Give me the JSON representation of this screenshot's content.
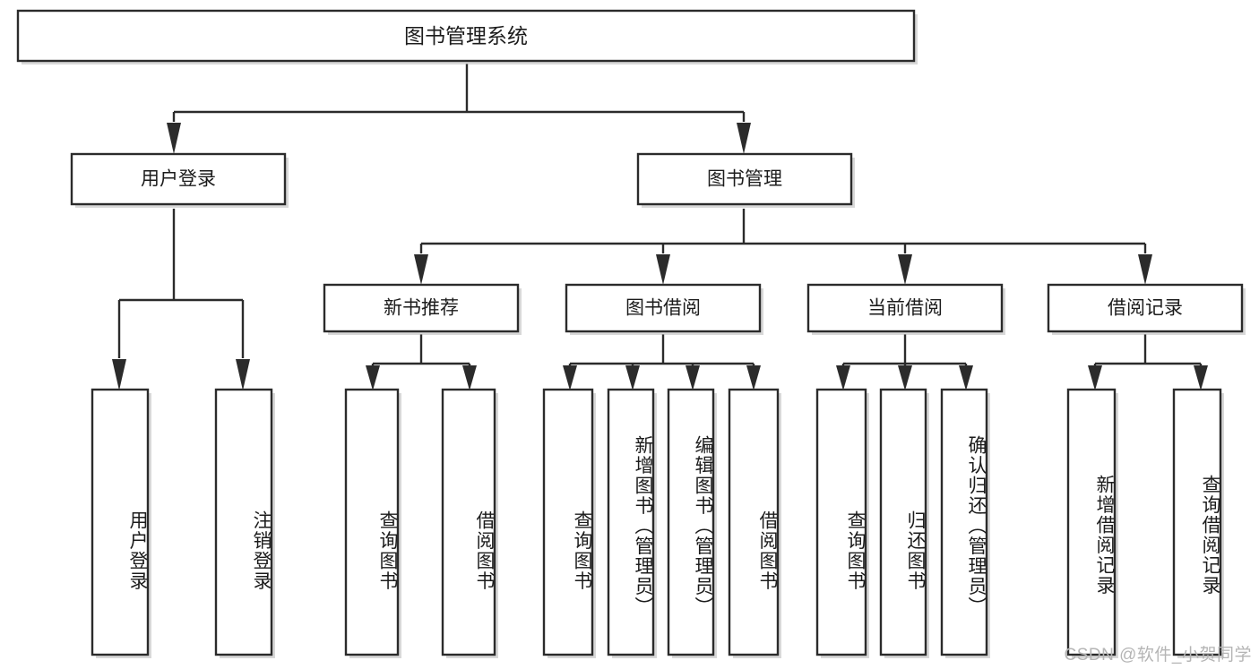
{
  "diagram": {
    "type": "tree",
    "title": "图书管理系统",
    "orientation": "top-down",
    "root": {
      "id": "root",
      "label": "图书管理系统"
    },
    "level1": [
      {
        "id": "user-login",
        "label": "用户登录"
      },
      {
        "id": "book-manage",
        "label": "图书管理"
      }
    ],
    "level2": [
      {
        "id": "new-book-recommend",
        "label": "新书推荐",
        "parent": "book-manage"
      },
      {
        "id": "book-borrow",
        "label": "图书借阅",
        "parent": "book-manage"
      },
      {
        "id": "current-borrow",
        "label": "当前借阅",
        "parent": "book-manage"
      },
      {
        "id": "borrow-record",
        "label": "借阅记录",
        "parent": "book-manage"
      }
    ],
    "leaves": [
      {
        "id": "leaf-user-login",
        "label": "用户登录",
        "parent": "user-login"
      },
      {
        "id": "leaf-user-logout",
        "label": "注销登录",
        "parent": "user-login"
      },
      {
        "id": "leaf-query-book-1",
        "label": "查询图书",
        "parent": "new-book-recommend"
      },
      {
        "id": "leaf-borrow-book-1",
        "label": "借阅图书",
        "parent": "new-book-recommend"
      },
      {
        "id": "leaf-query-book-2",
        "label": "查询图书",
        "parent": "book-borrow"
      },
      {
        "id": "leaf-add-book",
        "label": "新增图书（管理员）",
        "parent": "book-borrow"
      },
      {
        "id": "leaf-edit-book",
        "label": "编辑图书（管理员）",
        "parent": "book-borrow"
      },
      {
        "id": "leaf-borrow-book-2",
        "label": "借阅图书",
        "parent": "book-borrow"
      },
      {
        "id": "leaf-query-book-3",
        "label": "查询图书",
        "parent": "current-borrow"
      },
      {
        "id": "leaf-return-book",
        "label": "归还图书",
        "parent": "current-borrow"
      },
      {
        "id": "leaf-confirm-return",
        "label": "确认归还（管理员）",
        "parent": "current-borrow"
      },
      {
        "id": "leaf-add-record",
        "label": "新增借阅记录",
        "parent": "borrow-record"
      },
      {
        "id": "leaf-query-record",
        "label": "查询借阅记录",
        "parent": "borrow-record"
      }
    ],
    "colors": {
      "box_fill": "#ffffff",
      "box_stroke": "#2b2b2b",
      "line": "#2b2b2b",
      "text": "#1c1c1c",
      "background": "#ffffff",
      "watermark": "#b5b5b5"
    }
  },
  "watermark": {
    "text": "CSDN @软件_小贺同学"
  }
}
